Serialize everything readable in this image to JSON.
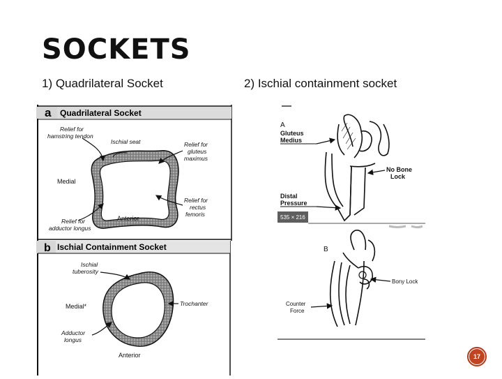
{
  "slide": {
    "title": "SOCKETS",
    "caption_left": "1) Quadrilateral Socket",
    "caption_right": "2) Ischial containment socket",
    "page_number": "17"
  },
  "figure_a": {
    "letter": "a",
    "heading": "Quadrilateral Socket",
    "labels": {
      "relief_hamstring": [
        "Relief for",
        "hamstring tendon"
      ],
      "ischial_seat": "Ischial seat",
      "relief_gluteus": [
        "Relief for",
        "gluteus",
        "maximus"
      ],
      "medial": "Medial",
      "relief_rectus": [
        "Relief for",
        "rectus",
        "femoris"
      ],
      "anterior": "Anterior",
      "relief_adductor": [
        "Relief for",
        "adductor longus"
      ]
    }
  },
  "figure_b": {
    "letter": "b",
    "heading": "Ischial Containment Socket",
    "labels": {
      "ischial_tuberosity": [
        "Ischial",
        "tuberosity"
      ],
      "medial": "Medial*",
      "trochanter": "Trochanter",
      "adductor_longus": [
        "Adductor",
        "longus"
      ],
      "anterior": "Anterior"
    }
  },
  "figure_c": {
    "letter_a": "A",
    "gluteus_medius": [
      "Gluteus",
      "Medius"
    ],
    "no_bone_lock": [
      "No Bone",
      "Lock"
    ],
    "distal_pressure": [
      "Distal",
      "Pressure"
    ],
    "dimension_badge": "535 × 216",
    "letter_b": "B",
    "bony_lock": "Bony Lock",
    "counter_force": [
      "Counter",
      "Force"
    ]
  }
}
